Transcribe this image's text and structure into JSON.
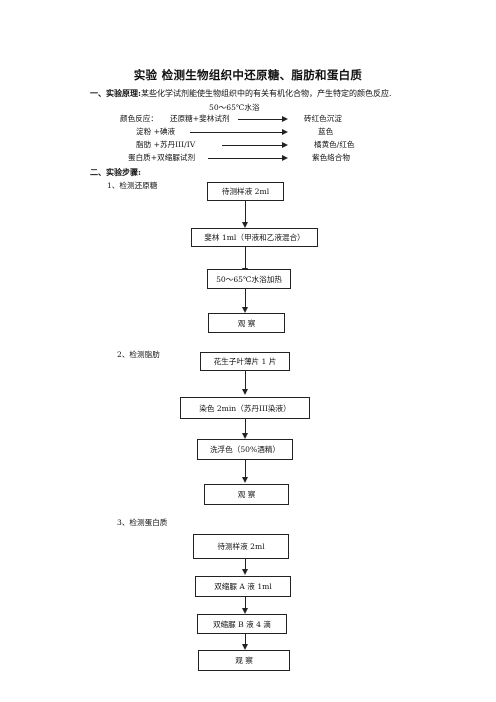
{
  "title": "实验  检测生物组织中还原糖、脂肪和蛋白质",
  "section1": {
    "heading": "一、实验原理:",
    "text": "某些化学试剂能使生物组织中的有关有机化合物，产生特定的颜色反应."
  },
  "reactions": {
    "condition": "50～65℃水浴",
    "label": "颜色反应：",
    "rows": [
      {
        "reagent": "还原糖+斐林试剂",
        "color": "砖红色沉淀"
      },
      {
        "reagent": "淀粉  +碘液",
        "color": "蓝色"
      },
      {
        "reagent": "脂肪  +苏丹III/IV",
        "color": "橘黄色/红色"
      },
      {
        "reagent": "蛋白质+双缩脲试剂",
        "color": "紫色络合物"
      }
    ]
  },
  "section2": {
    "heading": "二、实验步骤:"
  },
  "flow1": {
    "label": "1、检测还原糖",
    "steps": [
      "待测样液 2ml",
      "斐林 1ml（甲液和乙液混合）",
      "50～65℃水浴加热",
      "观    察"
    ]
  },
  "flow2": {
    "label": "2、检测脂肪",
    "steps": [
      "花生子叶薄片 1 片",
      "染色 2min（苏丹III染液）",
      "洗浮色（50%酒精）",
      "观    察"
    ]
  },
  "flow3": {
    "label": "3、检测蛋白质",
    "steps": [
      "待测样液 2ml",
      "双缩脲 A 液 1ml",
      "双缩脲 B 液 4 滴",
      "观    察"
    ]
  }
}
